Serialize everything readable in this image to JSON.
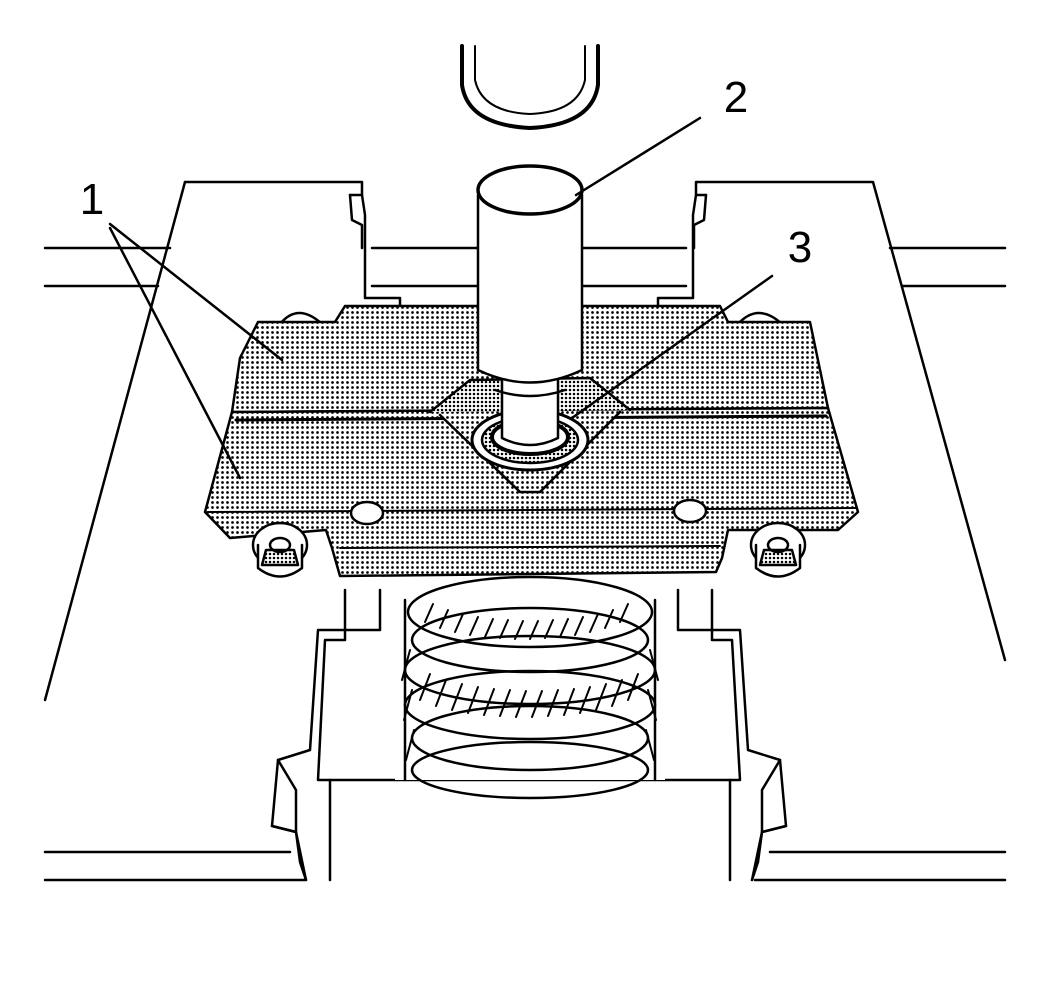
{
  "figure": {
    "style": "black-and-white line art with halftone dot shading",
    "colors": {
      "line": "#000000",
      "background": "#ffffff"
    },
    "callouts": [
      {
        "id": "callout-1",
        "label": "1"
      },
      {
        "id": "callout-2",
        "label": "2"
      },
      {
        "id": "callout-3",
        "label": "3"
      }
    ]
  }
}
